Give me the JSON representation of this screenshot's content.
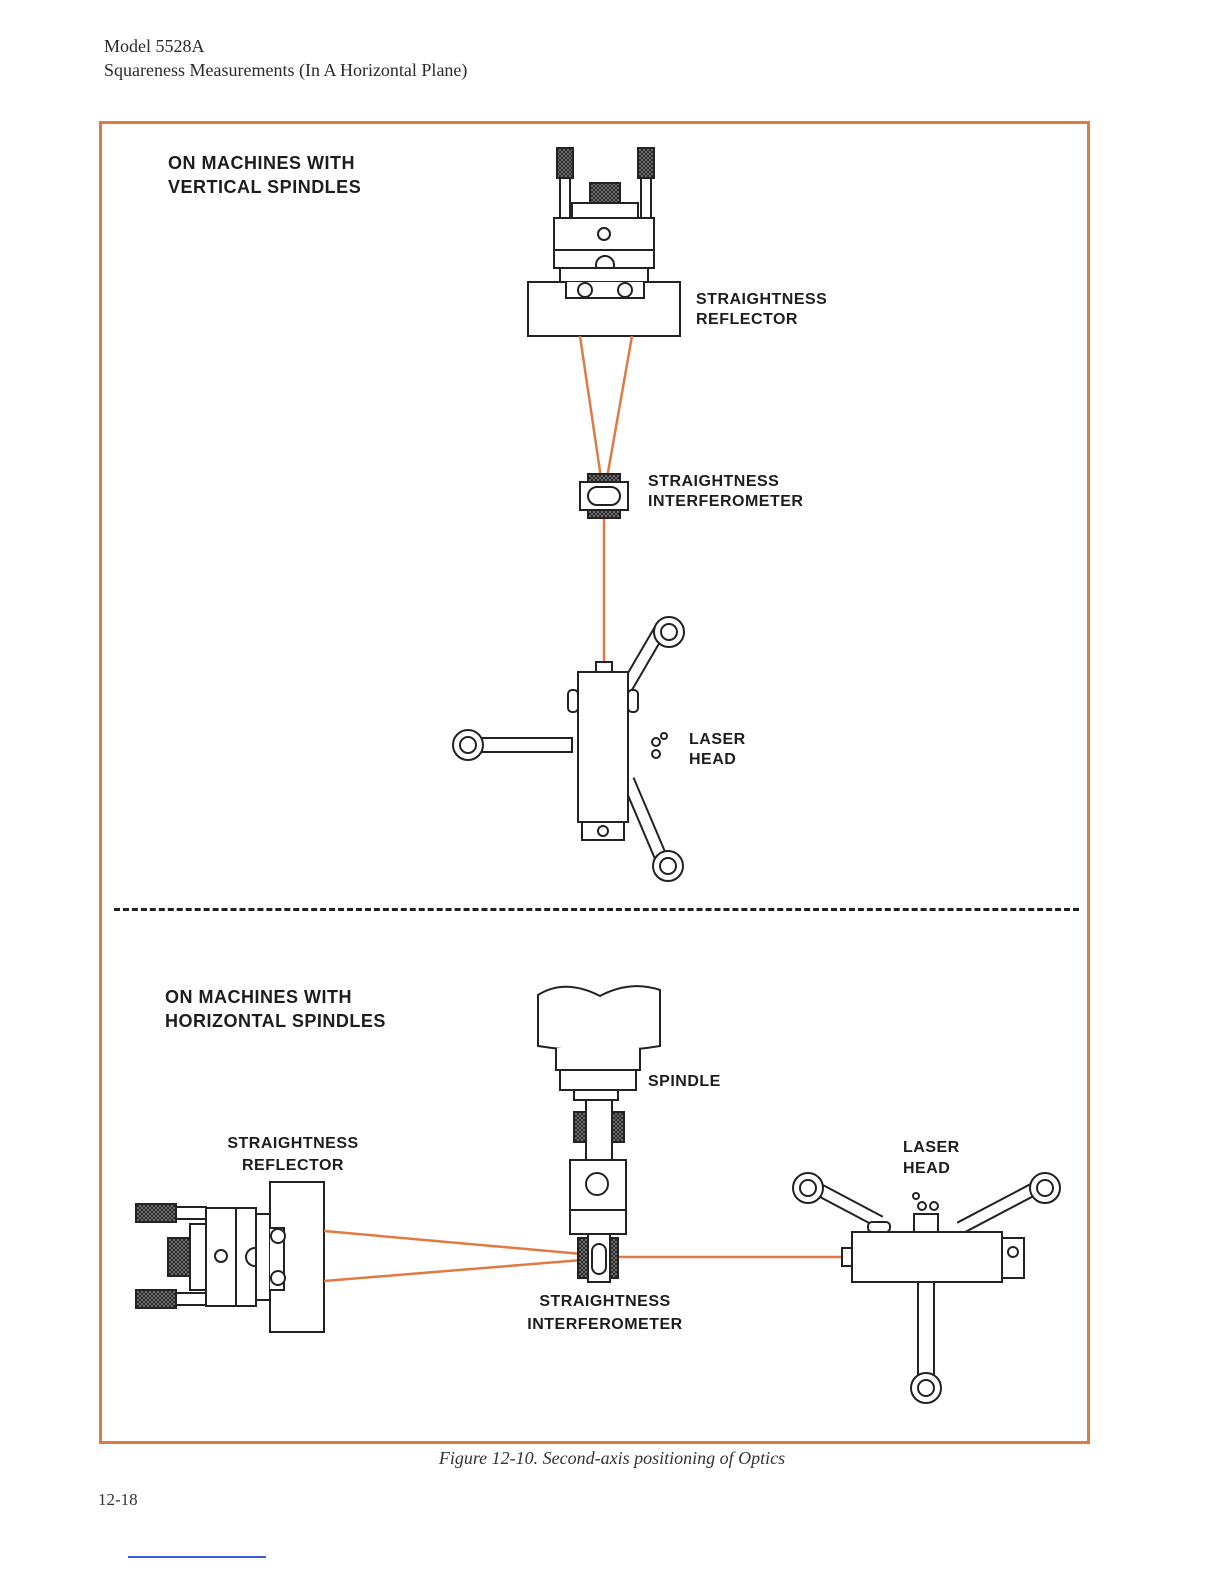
{
  "header": {
    "model": "Model 5528A",
    "section": "Squareness Measurements (In A Horizontal Plane)"
  },
  "top_panel": {
    "title_line1": "ON MACHINES WITH",
    "title_line2": "VERTICAL SPINDLES",
    "reflector_line1": "STRAIGHTNESS",
    "reflector_line2": "REFLECTOR",
    "interferometer_line1": "STRAIGHTNESS",
    "interferometer_line2": "INTERFEROMETER",
    "laser_line1": "LASER",
    "laser_line2": "HEAD"
  },
  "bottom_panel": {
    "title_line1": "ON MACHINES WITH",
    "title_line2": "HORIZONTAL SPINDLES",
    "spindle": "SPINDLE",
    "reflector_line1": "STRAIGHTNESS",
    "reflector_line2": "REFLECTOR",
    "laser_line1": "LASER",
    "laser_line2": "HEAD",
    "interferometer_line1": "STRAIGHTNESS",
    "interferometer_line2": "INTERFEROMETER"
  },
  "caption": "Figure 12-10. Second-axis positioning of Optics",
  "page_number": "12-18",
  "colors": {
    "frame": "#e07a45",
    "beam": "#e07a45",
    "ink": "#1d1d1d"
  }
}
